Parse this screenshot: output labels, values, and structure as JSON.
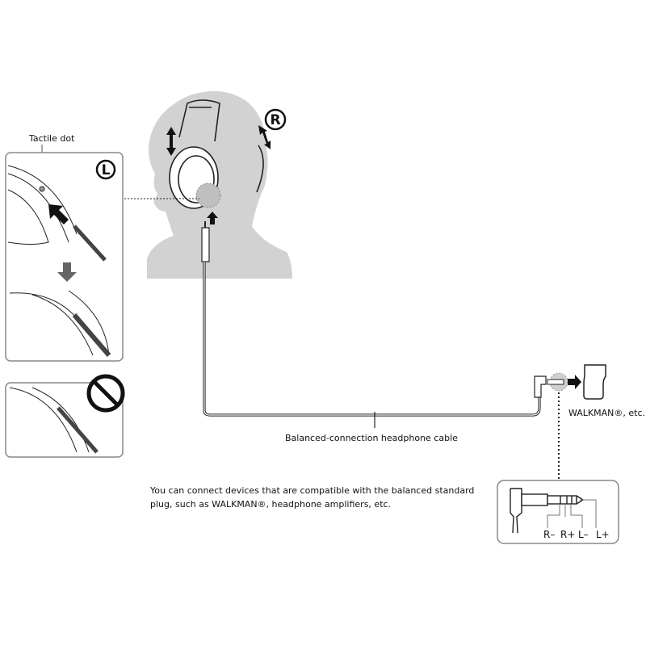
{
  "labels": {
    "tactile_dot": "Tactile dot",
    "left_marker": "L",
    "right_marker": "R",
    "cable": "Balanced-connection headphone cable",
    "device": "WALKMAN®, etc.",
    "note_line1": "You can connect devices that are compatible with the balanced standard",
    "note_line2": "plug, such as WALKMAN®, headphone amplifiers, etc."
  },
  "plug_pins": [
    "R–",
    "R+",
    "L–",
    "L+"
  ],
  "colors": {
    "silhouette": "#d2d2d2",
    "line": "#222222",
    "panel_border": "#888888",
    "highlight": "#bfbfbf"
  }
}
